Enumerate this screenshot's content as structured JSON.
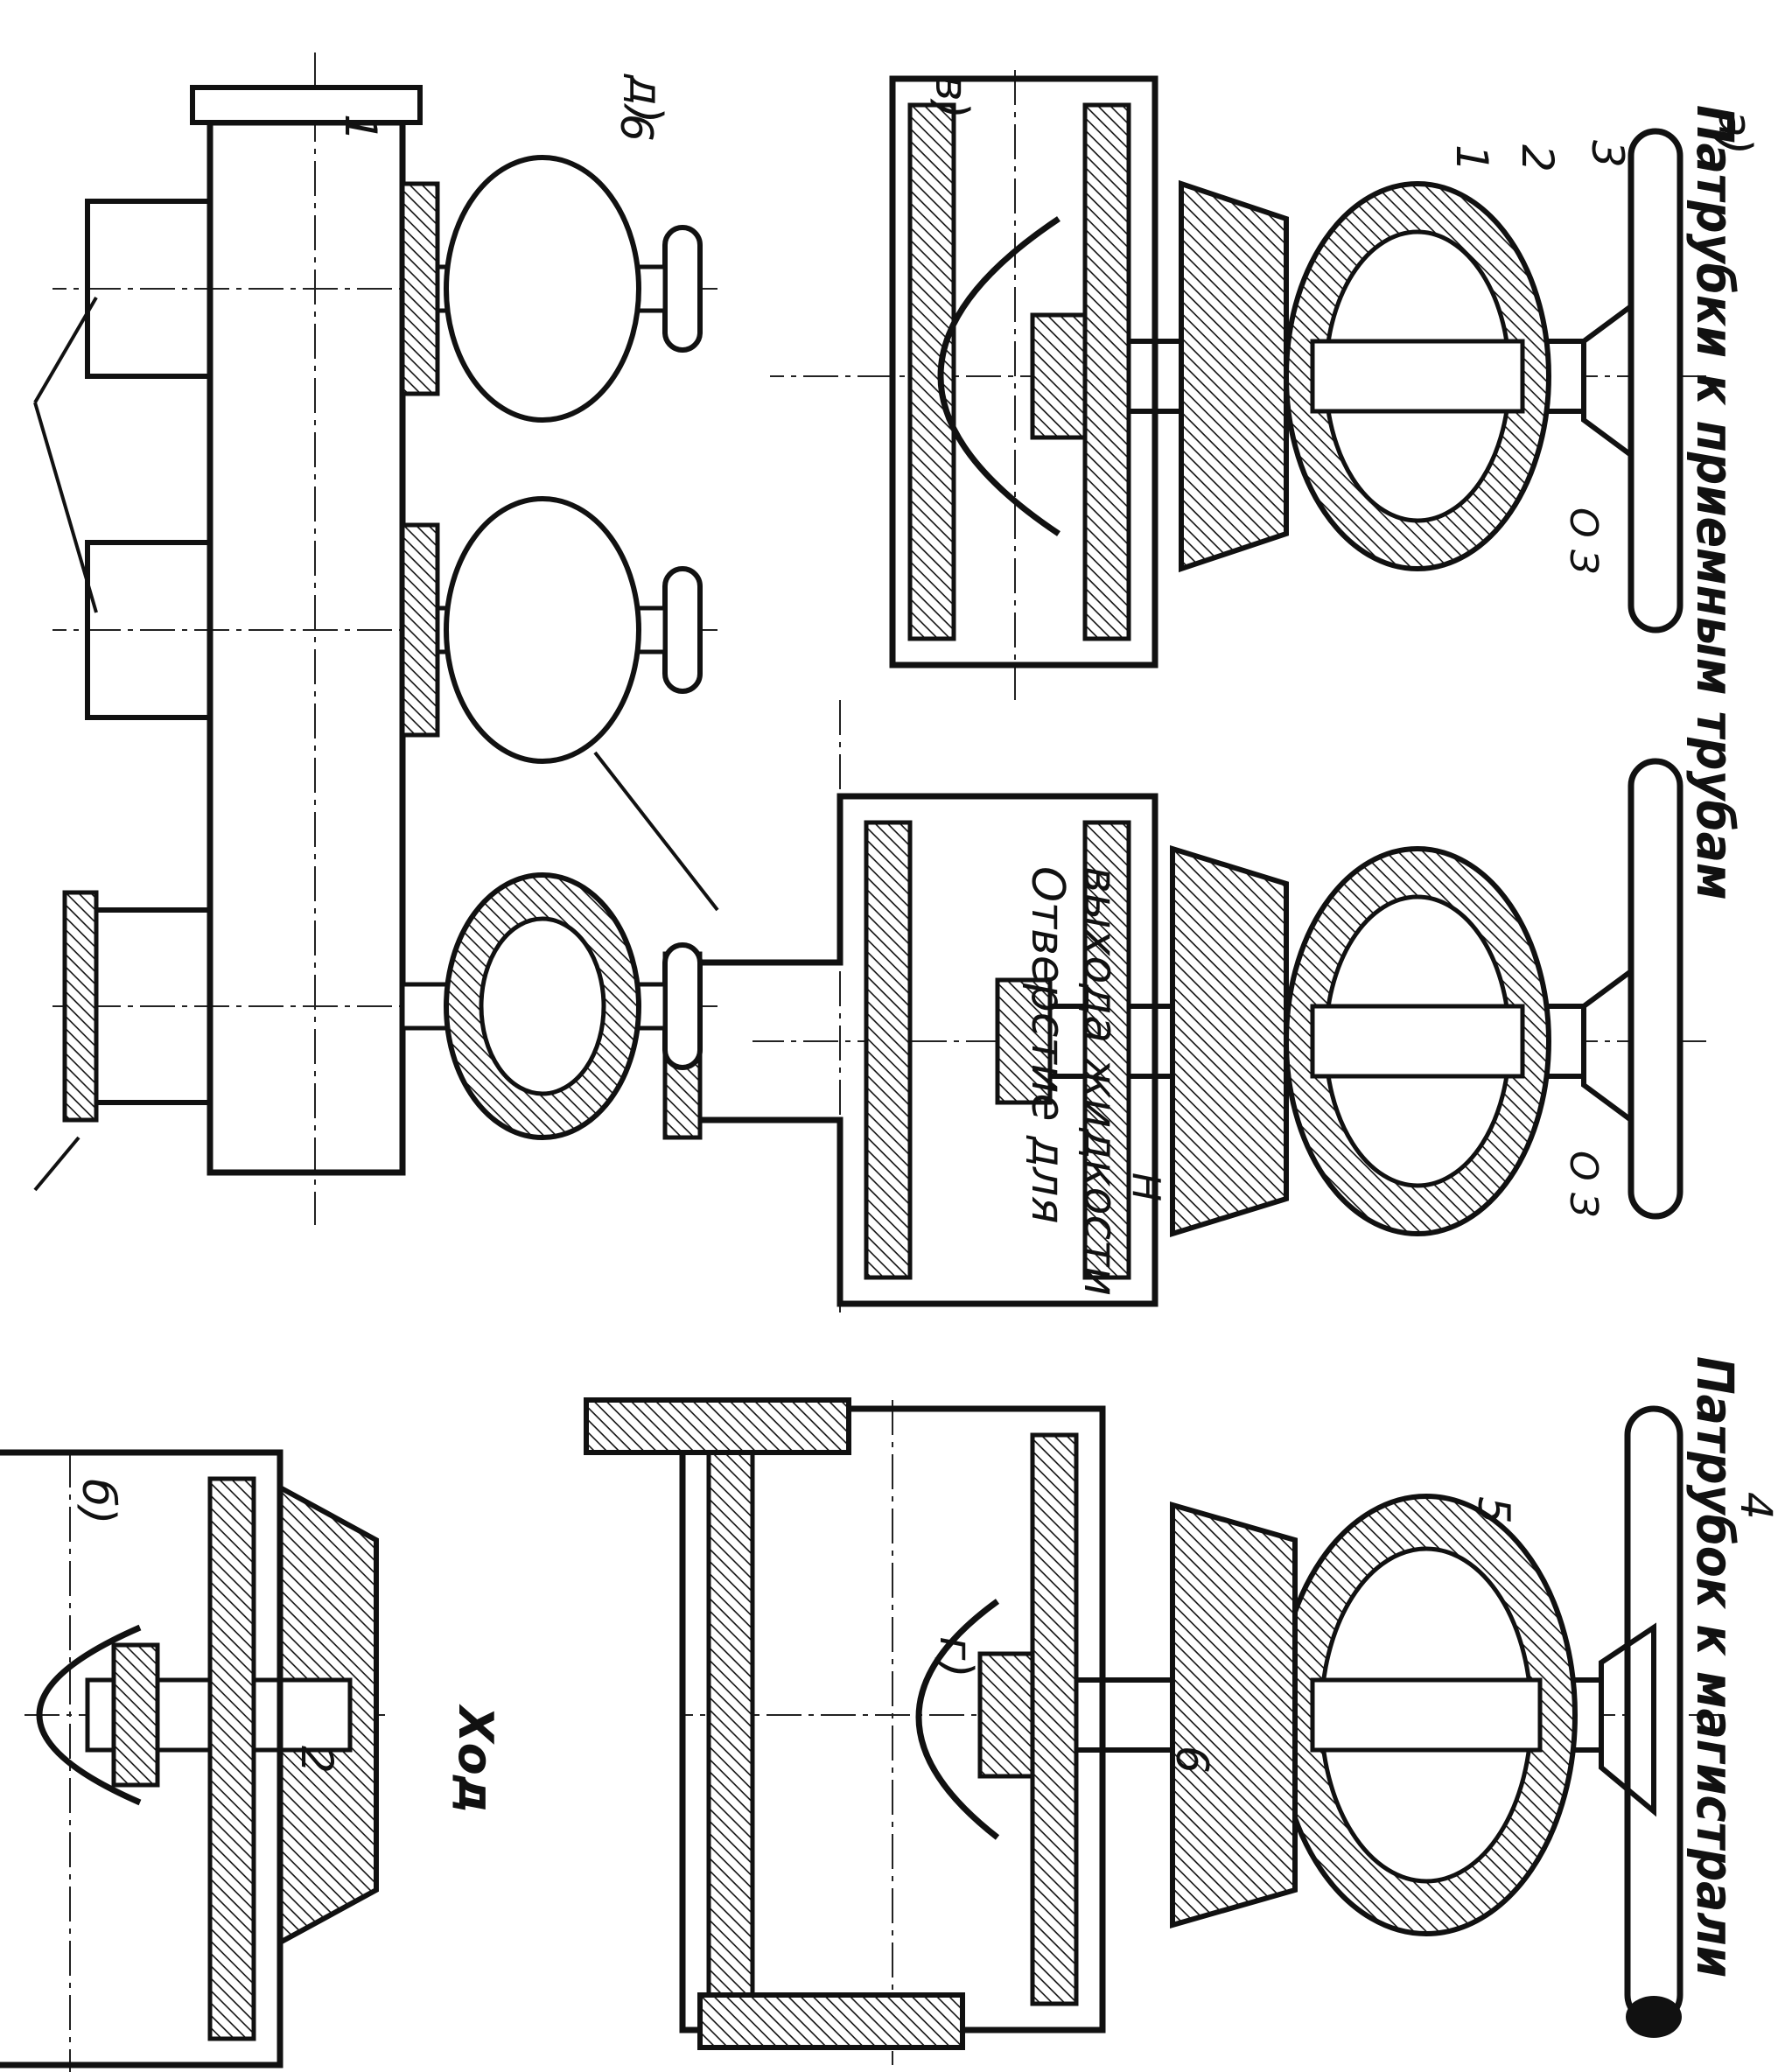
{
  "figure": {
    "panel_labels": [
      "а)",
      "б)",
      "в)",
      "г)",
      "д)"
    ],
    "part_numbers": [
      "1",
      "2",
      "3",
      "4",
      "5",
      "6"
    ],
    "dial_marks": {
      "open": "О",
      "closed": "З",
      "neutral": "Н"
    },
    "stroke_label": "Ход",
    "vent_label_line1": "Отверстие для",
    "vent_label_line2": "выхода жидкости",
    "caption_main_pipe": "Патрубок к магистрали",
    "caption_intake_pipes": "Патрубки к приемным трубам"
  }
}
